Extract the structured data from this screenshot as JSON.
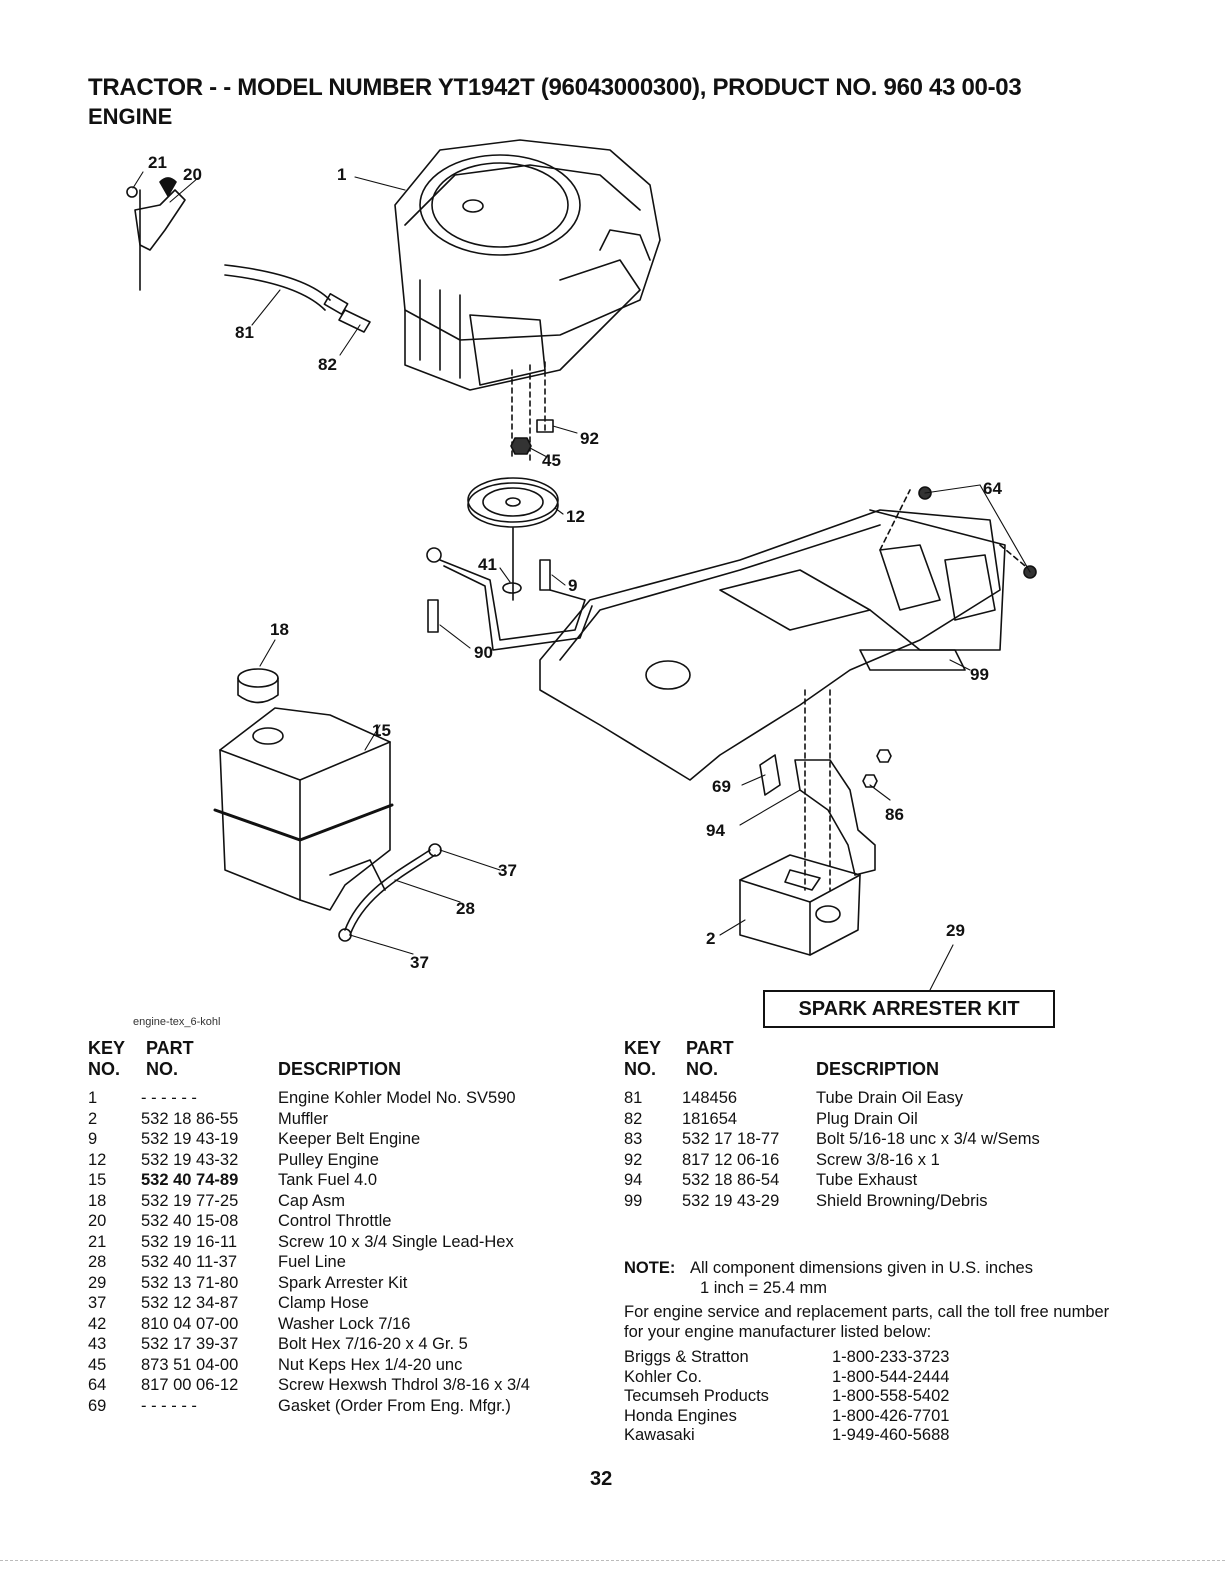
{
  "header": {
    "title": "TRACTOR - - MODEL NUMBER YT1942T (96043000300), PRODUCT NO. 960 43 00-03",
    "subtitle": "ENGINE"
  },
  "diagram": {
    "ref_code": "engine-tex_6-kohl",
    "callouts": [
      "21",
      "20",
      "1",
      "81",
      "82",
      "92",
      "45",
      "12",
      "64",
      "41",
      "9",
      "18",
      "90",
      "99",
      "15",
      "69",
      "86",
      "94",
      "37",
      "28",
      "37",
      "2",
      "29"
    ],
    "spark_arrester_label": "SPARK ARRESTER KIT"
  },
  "left_table": {
    "key_header_1": "KEY",
    "key_header_2": "NO.",
    "part_header_1": "PART",
    "part_header_2": "NO.",
    "desc_header": "DESCRIPTION",
    "rows": [
      {
        "key": "1",
        "part": "- - - - - -",
        "desc": "Engine Kohler Model No. SV590"
      },
      {
        "key": "2",
        "part": "532 18 86-55",
        "desc": "Muffler"
      },
      {
        "key": "9",
        "part": "532 19 43-19",
        "desc": "Keeper Belt Engine"
      },
      {
        "key": "12",
        "part": "532 19 43-32",
        "desc": "Pulley Engine"
      },
      {
        "key": "15",
        "part": "532 40 74-89",
        "desc": "Tank Fuel 4.0"
      },
      {
        "key": "18",
        "part": "532 19 77-25",
        "desc": "Cap Asm"
      },
      {
        "key": "20",
        "part": "532 40 15-08",
        "desc": "Control Throttle"
      },
      {
        "key": "21",
        "part": "532 19 16-11",
        "desc": "Screw 10 x 3/4 Single Lead-Hex"
      },
      {
        "key": "28",
        "part": "532 40 11-37",
        "desc": "Fuel Line"
      },
      {
        "key": "29",
        "part": "532 13 71-80",
        "desc": "Spark Arrester Kit"
      },
      {
        "key": "37",
        "part": "532 12 34-87",
        "desc": "Clamp Hose"
      },
      {
        "key": "42",
        "part": "810 04 07-00",
        "desc": "Washer Lock 7/16"
      },
      {
        "key": "43",
        "part": "532 17 39-37",
        "desc": "Bolt Hex 7/16-20 x 4 Gr. 5"
      },
      {
        "key": "45",
        "part": "873 51 04-00",
        "desc": "Nut Keps Hex 1/4-20 unc"
      },
      {
        "key": "64",
        "part": "817 00 06-12",
        "desc": "Screw Hexwsh Thdrol 3/8-16 x 3/4"
      },
      {
        "key": "69",
        "part": "- - - - - -",
        "desc": "Gasket (Order From Eng. Mfgr.)"
      }
    ]
  },
  "right_table": {
    "key_header_1": "KEY",
    "key_header_2": "NO.",
    "part_header_1": "PART",
    "part_header_2": "NO.",
    "desc_header": "DESCRIPTION",
    "rows": [
      {
        "key": "81",
        "part": "148456",
        "desc": "Tube Drain Oil Easy"
      },
      {
        "key": "82",
        "part": "181654",
        "desc": "Plug Drain Oil"
      },
      {
        "key": "83",
        "part": "532 17 18-77",
        "desc": "Bolt 5/16-18 unc x 3/4 w/Sems"
      },
      {
        "key": "92",
        "part": "817 12 06-16",
        "desc": "Screw 3/8-16 x 1"
      },
      {
        "key": "94",
        "part": "532 18 86-54",
        "desc": "Tube Exhaust"
      },
      {
        "key": "99",
        "part": "532 19 43-29",
        "desc": "Shield Browning/Debris"
      }
    ]
  },
  "note": {
    "label": "NOTE:",
    "line1": "All component dimensions given in U.S. inches",
    "line2": "1 inch = 25.4 mm"
  },
  "service": {
    "text": "For engine service and replacement parts, call the toll free number for your engine manufacturer listed below:",
    "manufacturers": [
      {
        "name": "Briggs & Stratton",
        "phone": "1-800-233-3723"
      },
      {
        "name": "Kohler Co.",
        "phone": "1-800-544-2444"
      },
      {
        "name": "Tecumseh Products",
        "phone": "1-800-558-5402"
      },
      {
        "name": "Honda Engines",
        "phone": "1-800-426-7701"
      },
      {
        "name": "Kawasaki",
        "phone": "1-949-460-5688"
      }
    ]
  },
  "page_number": "32"
}
